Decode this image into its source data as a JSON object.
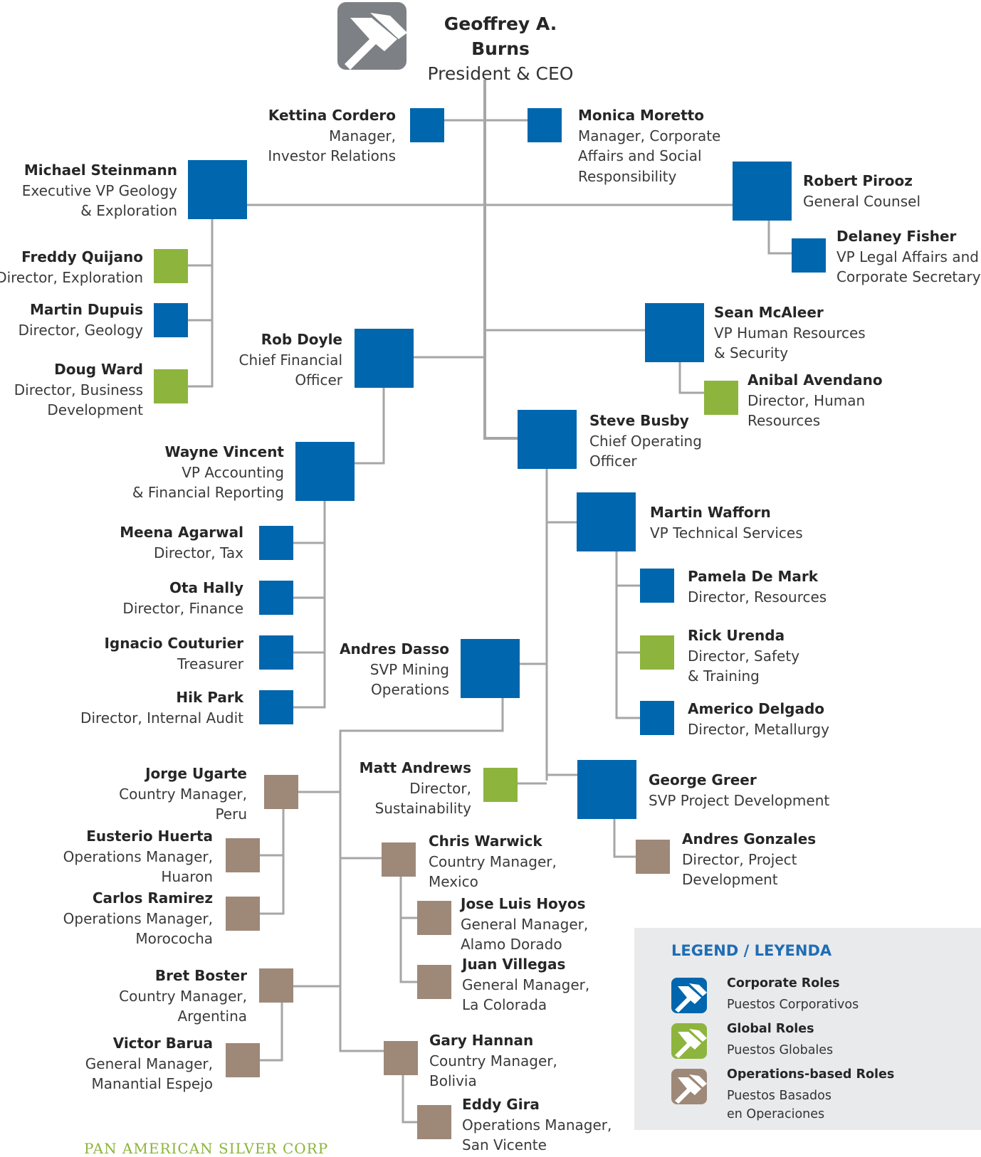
{
  "colors": {
    "corporate": "#0066ad",
    "global": "#8db43d",
    "operations": "#9e8878",
    "line": "#a6a6a6",
    "logo": "#7d8085"
  },
  "ceo": {
    "name": "Geoffrey A. Burns",
    "title": "President & CEO",
    "icon": "pickaxe-logo-icon"
  },
  "people": [
    {
      "id": "kettina",
      "name": "Kettina Cordero",
      "lines": [
        "Manager,",
        "Investor Relations"
      ],
      "role": "corporate"
    },
    {
      "id": "monica",
      "name": "Monica Moretto",
      "lines": [
        "Manager, Corporate",
        "Affairs and Social",
        "Responsibility"
      ],
      "role": "corporate"
    },
    {
      "id": "michael",
      "name": "Michael Steinmann",
      "lines": [
        "Executive VP Geology",
        "& Exploration"
      ],
      "role": "corporate"
    },
    {
      "id": "robert",
      "name": "Robert Pirooz",
      "lines": [
        "General Counsel"
      ],
      "role": "corporate"
    },
    {
      "id": "delaney",
      "name": "Delaney Fisher",
      "lines": [
        "VP Legal Affairs and",
        "Corporate Secretary"
      ],
      "role": "corporate"
    },
    {
      "id": "freddy",
      "name": "Freddy Quijano",
      "lines": [
        "Director, Exploration"
      ],
      "role": "global"
    },
    {
      "id": "martind",
      "name": "Martin Dupuis",
      "lines": [
        "Director, Geology"
      ],
      "role": "corporate"
    },
    {
      "id": "doug",
      "name": "Doug Ward",
      "lines": [
        "Director, Business",
        "Development"
      ],
      "role": "global"
    },
    {
      "id": "sean",
      "name": "Sean McAleer",
      "lines": [
        "VP Human Resources",
        "& Security"
      ],
      "role": "corporate"
    },
    {
      "id": "anibal",
      "name": "Anibal Avendano",
      "lines": [
        "Director, Human",
        "Resources"
      ],
      "role": "global"
    },
    {
      "id": "rob",
      "name": "Rob Doyle",
      "lines": [
        "Chief Financial",
        "Officer"
      ],
      "role": "corporate"
    },
    {
      "id": "steve",
      "name": "Steve Busby",
      "lines": [
        "Chief Operating",
        "Officer"
      ],
      "role": "corporate"
    },
    {
      "id": "wayne",
      "name": "Wayne Vincent",
      "lines": [
        "VP Accounting",
        "& Financial Reporting"
      ],
      "role": "corporate"
    },
    {
      "id": "meena",
      "name": "Meena Agarwal",
      "lines": [
        "Director, Tax"
      ],
      "role": "corporate"
    },
    {
      "id": "ota",
      "name": "Ota Hally",
      "lines": [
        "Director, Finance"
      ],
      "role": "corporate"
    },
    {
      "id": "ignacio",
      "name": "Ignacio Couturier",
      "lines": [
        "Treasurer"
      ],
      "role": "corporate"
    },
    {
      "id": "hik",
      "name": "Hik Park",
      "lines": [
        "Director, Internal Audit"
      ],
      "role": "corporate"
    },
    {
      "id": "wafforn",
      "name": "Martin Wafforn",
      "lines": [
        "VP Technical Services"
      ],
      "role": "corporate"
    },
    {
      "id": "pamela",
      "name": "Pamela De Mark",
      "lines": [
        "Director, Resources"
      ],
      "role": "corporate"
    },
    {
      "id": "rick",
      "name": "Rick Urenda",
      "lines": [
        "Director, Safety",
        "& Training"
      ],
      "role": "global"
    },
    {
      "id": "americo",
      "name": "Americo Delgado",
      "lines": [
        "Director, Metallurgy"
      ],
      "role": "corporate"
    },
    {
      "id": "andresd",
      "name": "Andres Dasso",
      "lines": [
        "SVP Mining",
        "Operations"
      ],
      "role": "corporate"
    },
    {
      "id": "matt",
      "name": "Matt Andrews",
      "lines": [
        "Director,",
        "Sustainability"
      ],
      "role": "global"
    },
    {
      "id": "george",
      "name": "George Greer",
      "lines": [
        "SVP Project Development"
      ],
      "role": "corporate"
    },
    {
      "id": "andresg",
      "name": "Andres Gonzales",
      "lines": [
        "Director, Project",
        "Development"
      ],
      "role": "operations"
    },
    {
      "id": "jorge",
      "name": "Jorge Ugarte",
      "lines": [
        "Country Manager,",
        "Peru"
      ],
      "role": "operations"
    },
    {
      "id": "eusterio",
      "name": "Eusterio Huerta",
      "lines": [
        "Operations Manager,",
        "Huaron"
      ],
      "role": "operations"
    },
    {
      "id": "carlos",
      "name": "Carlos Ramirez",
      "lines": [
        "Operations Manager,",
        "Morococha"
      ],
      "role": "operations"
    },
    {
      "id": "chris",
      "name": "Chris Warwick",
      "lines": [
        "Country Manager,",
        "Mexico"
      ],
      "role": "operations"
    },
    {
      "id": "jose",
      "name": "Jose Luis Hoyos",
      "lines": [
        "General Manager,",
        "Alamo Dorado"
      ],
      "role": "operations"
    },
    {
      "id": "juan",
      "name": "Juan Villegas",
      "lines": [
        "General Manager,",
        "La Colorada"
      ],
      "role": "operations"
    },
    {
      "id": "bret",
      "name": "Bret Boster",
      "lines": [
        "Country Manager,",
        "Argentina"
      ],
      "role": "operations"
    },
    {
      "id": "victor",
      "name": "Victor Barua",
      "lines": [
        "General Manager,",
        "Manantial Espejo"
      ],
      "role": "operations"
    },
    {
      "id": "gary",
      "name": "Gary Hannan",
      "lines": [
        "Country Manager,",
        "Bolivia"
      ],
      "role": "operations"
    },
    {
      "id": "eddy",
      "name": "Eddy Gira",
      "lines": [
        "Operations Manager,",
        "San Vicente"
      ],
      "role": "operations"
    }
  ],
  "legend": {
    "title": "LEGEND / LEYENDA",
    "items": [
      {
        "role": "corporate",
        "label": "Corporate Roles",
        "sub": "Puestos Corporativos",
        "icon": "corporate-pickaxe-icon"
      },
      {
        "role": "global",
        "label": "Global Roles",
        "sub": "Puestos Globales",
        "icon": "global-pickaxe-icon"
      },
      {
        "role": "operations",
        "label": "Operations-based Roles",
        "sub": "Puestos Basados en Operaciones",
        "sub_lines": [
          "Puestos Basados",
          "en Operaciones"
        ],
        "icon": "operations-pickaxe-icon"
      }
    ]
  },
  "footer": {
    "text": "PAN AMERICAN SILVER CORP"
  }
}
